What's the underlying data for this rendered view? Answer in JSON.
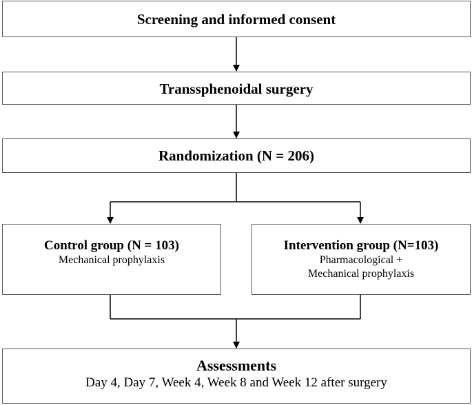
{
  "flow": {
    "screening": {
      "title": "Screening and informed consent"
    },
    "surgery": {
      "title": "Transsphenoidal surgery"
    },
    "randomization": {
      "title": "Randomization (N = 206)"
    },
    "control": {
      "title": "Control group (N = 103)",
      "description": "Mechanical prophylaxis"
    },
    "intervention": {
      "title": "Intervention group (N=103)",
      "description_line1": "Pharmacological +",
      "description_line2": "Mechanical prophylaxis"
    },
    "assessments": {
      "title": "Assessments",
      "description": "Day 4, Day 7, Week 4, Week 8 and Week 12 after surgery"
    }
  },
  "colors": {
    "box_border": "#555555",
    "connector": "#000000",
    "text": "#000000",
    "background": "#ffffff"
  }
}
